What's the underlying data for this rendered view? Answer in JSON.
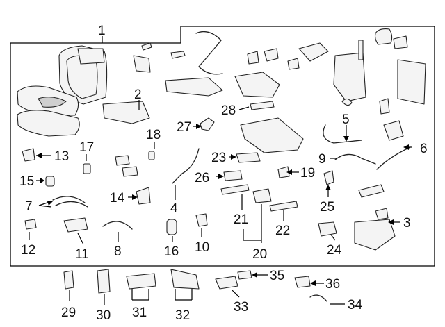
{
  "callouts": {
    "c1": "1",
    "c2": "2",
    "c3": "3",
    "c4": "4",
    "c5": "5",
    "c6": "6",
    "c7": "7",
    "c8": "8",
    "c9": "9",
    "c10": "10",
    "c11": "11",
    "c12": "12",
    "c13": "13",
    "c14": "14",
    "c15": "15",
    "c16": "16",
    "c17": "17",
    "c18": "18",
    "c19": "19",
    "c20": "20",
    "c21": "21",
    "c22": "22",
    "c23": "23",
    "c24": "24",
    "c25": "25",
    "c26": "26",
    "c27": "27",
    "c28": "28",
    "c29": "29",
    "c30": "30",
    "c31": "31",
    "c32": "32",
    "c33": "33",
    "c34": "34",
    "c35": "35",
    "c36": "36"
  }
}
